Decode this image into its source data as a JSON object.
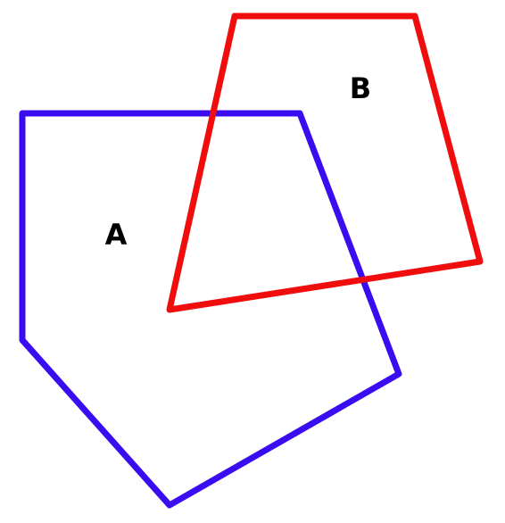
{
  "shapes": [
    {
      "id": "A",
      "label": "A",
      "kind": "pentagon",
      "color": "#3a0df0"
    },
    {
      "id": "B",
      "label": "B",
      "kind": "quadrilateral",
      "color": "#f00d0d"
    }
  ]
}
